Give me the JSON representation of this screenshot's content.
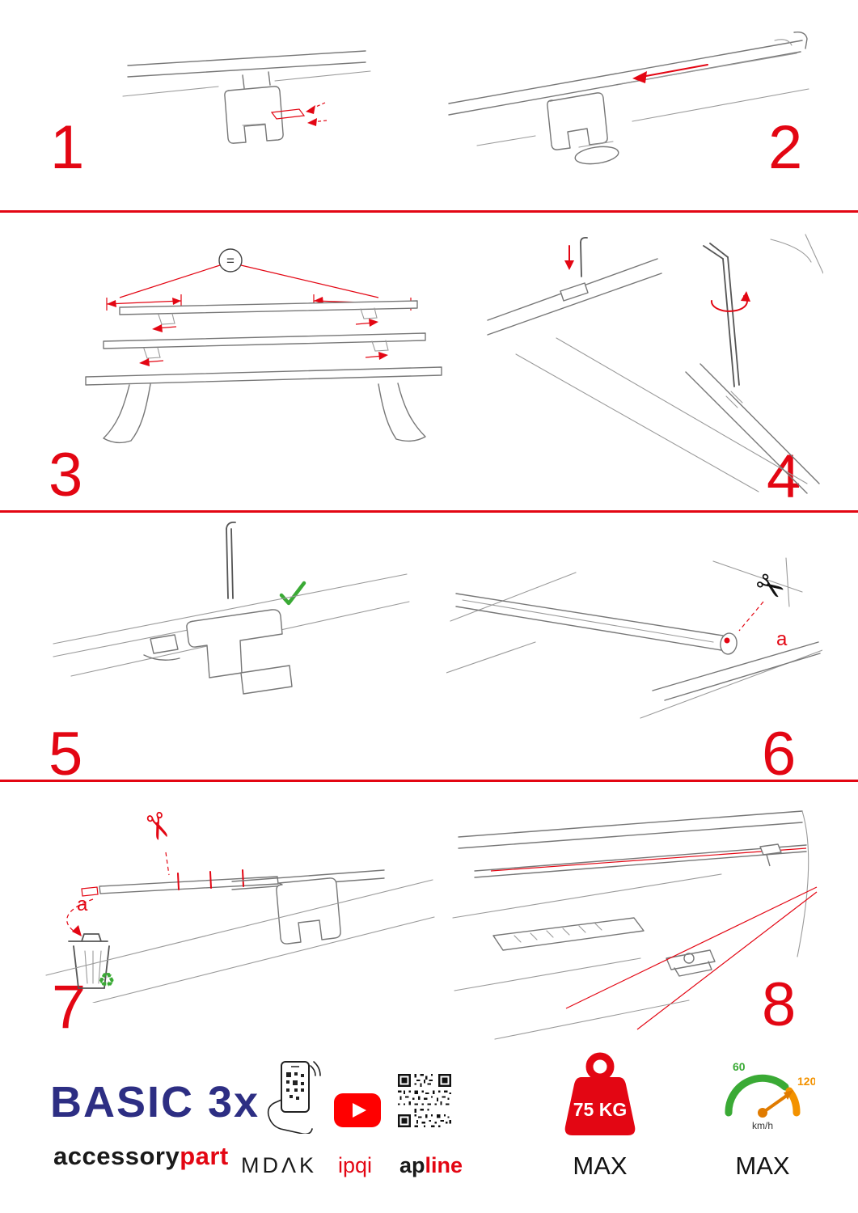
{
  "accent": {
    "red": "#e30613",
    "navy": "#2d2e83",
    "green": "#3aaa35",
    "orange": "#f39200"
  },
  "steps": [
    {
      "number": "1"
    },
    {
      "number": "2"
    },
    {
      "number": "3"
    },
    {
      "number": "4"
    },
    {
      "number": "5"
    },
    {
      "number": "6"
    },
    {
      "number": "7"
    },
    {
      "number": "8"
    }
  ],
  "annotations": {
    "equal": "=",
    "cut_label_step6": "a",
    "cut_label_step7": "a"
  },
  "icons": {
    "scissors": "✂",
    "recycle": "♻"
  },
  "footer": {
    "product": "BASIC 3x",
    "brand": {
      "black": "accessory",
      "red": "part"
    },
    "partners": {
      "mdak": "MDΛK",
      "ipqi": "ipqi",
      "apline_black": "ap",
      "apline_red": "line"
    },
    "weight": {
      "value": "75 KG",
      "max": "MAX"
    },
    "speed": {
      "low": "60",
      "high": "120",
      "unit": "km/h",
      "max": "MAX"
    }
  }
}
